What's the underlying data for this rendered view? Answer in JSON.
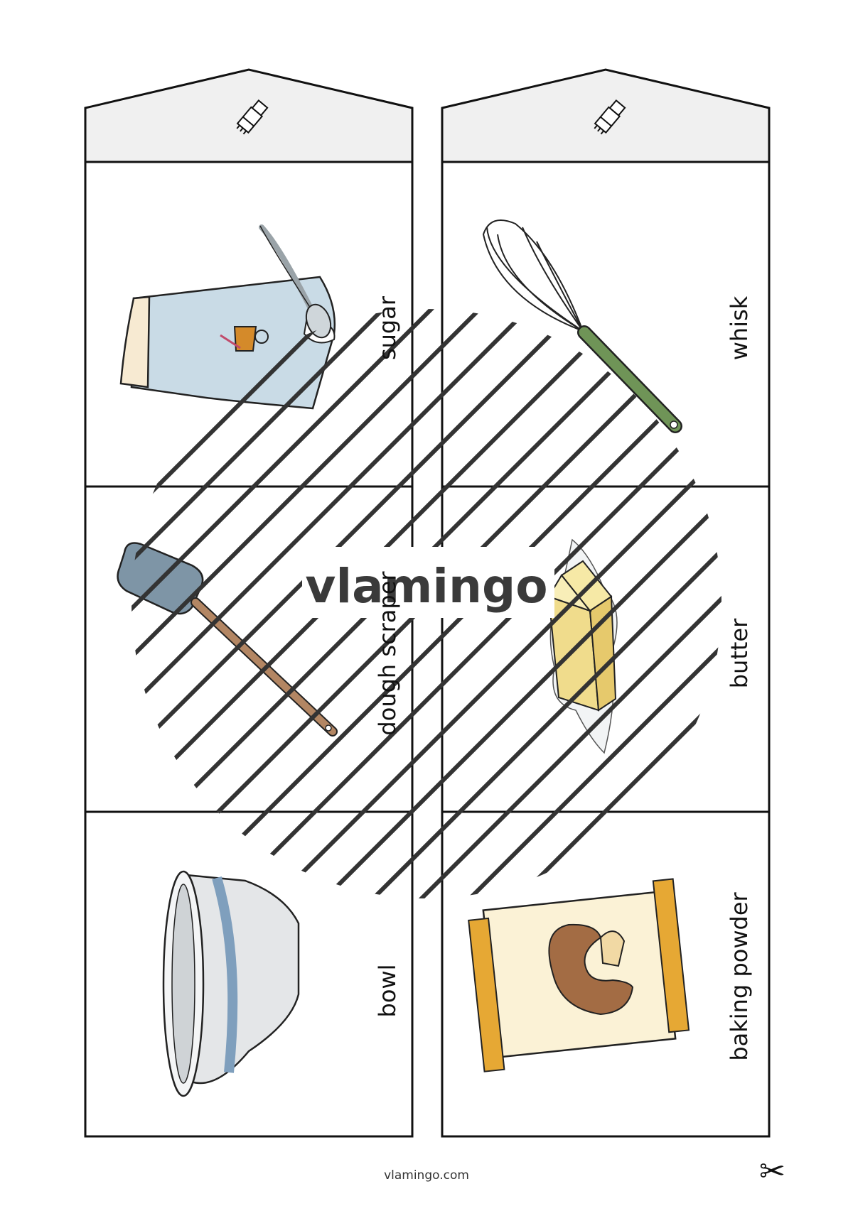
{
  "strips": [
    {
      "cards": [
        {
          "label": "sugar",
          "icon": "sugar-bag-icon"
        },
        {
          "label": "dough scraper",
          "icon": "dough-scraper-icon"
        },
        {
          "label": "bowl",
          "icon": "bowl-icon"
        }
      ]
    },
    {
      "cards": [
        {
          "label": "whisk",
          "icon": "whisk-icon"
        },
        {
          "label": "butter",
          "icon": "butter-icon"
        },
        {
          "label": "baking powder",
          "icon": "baking-powder-icon"
        }
      ]
    }
  ],
  "tab_icon": "glue-stick-icon",
  "watermark": "vlamingo",
  "footer": "vlamingo.com",
  "cut_icon": "scissors-icon",
  "colors": {
    "tab_fill": "#f0f0f0",
    "outline": "#111111",
    "watermark": "#3a3a3a"
  }
}
